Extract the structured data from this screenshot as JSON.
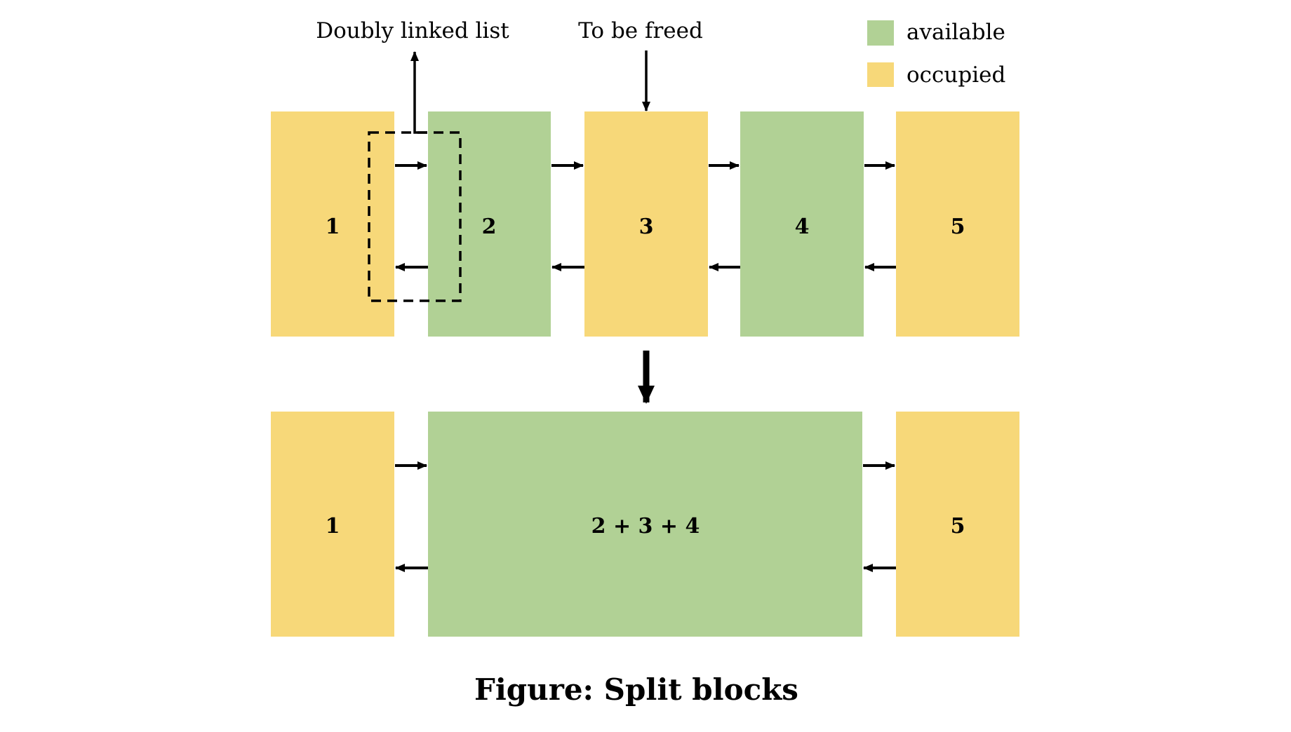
{
  "colors": {
    "available": "#b1d195",
    "occupied": "#f7d879",
    "stroke": "#000000"
  },
  "legend": {
    "available_label": "available",
    "occupied_label": "occupied"
  },
  "annotations": {
    "doubly_linked_list": "Doubly linked list",
    "to_be_freed": "To be freed"
  },
  "top_row": {
    "blocks": [
      {
        "label": "1",
        "state": "occupied"
      },
      {
        "label": "2",
        "state": "available"
      },
      {
        "label": "3",
        "state": "occupied"
      },
      {
        "label": "4",
        "state": "available"
      },
      {
        "label": "5",
        "state": "occupied"
      }
    ]
  },
  "bottom_row": {
    "blocks": [
      {
        "label": "1",
        "state": "occupied"
      },
      {
        "label": "2 + 3 + 4",
        "state": "available"
      },
      {
        "label": "5",
        "state": "occupied"
      }
    ]
  },
  "caption": "Figure: Split blocks"
}
